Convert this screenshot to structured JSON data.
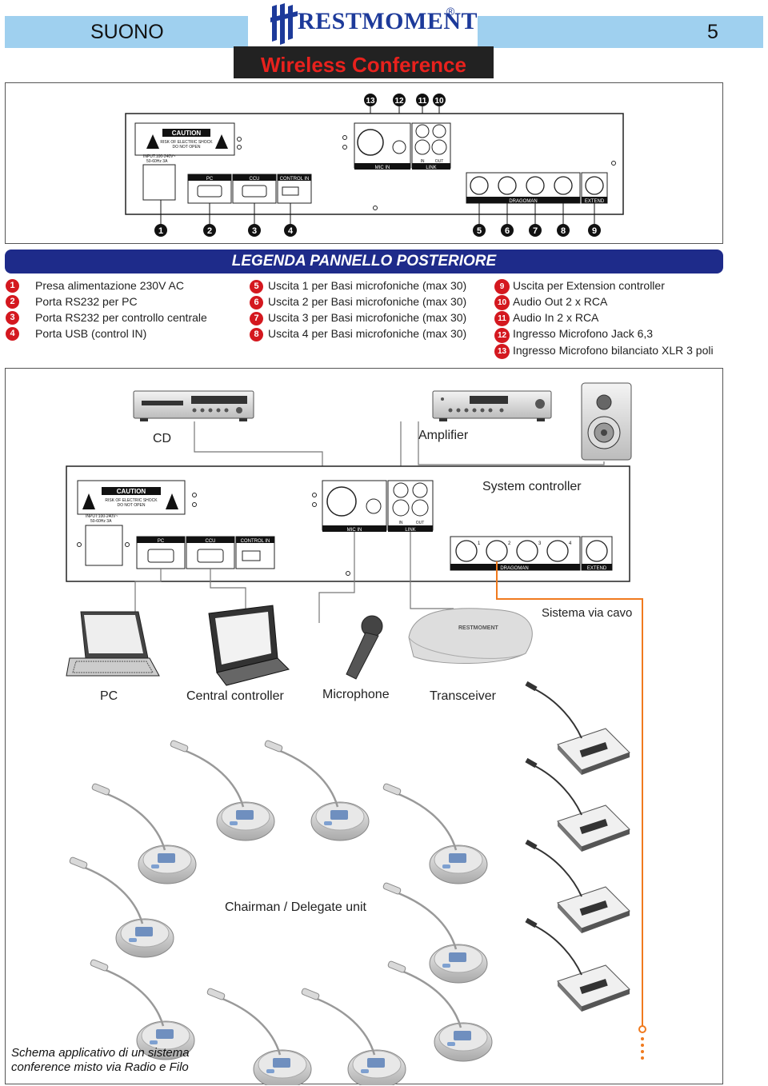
{
  "header": {
    "section": "SUONO",
    "page_number": "5",
    "brand": "RESTMOMENT",
    "brand_reg": "®",
    "subtitle": "Wireless Conference"
  },
  "back_panel": {
    "callouts_top": [
      "13",
      "12",
      "11",
      "10"
    ],
    "callouts_bottom": [
      "1",
      "2",
      "3",
      "4",
      "5",
      "6",
      "7",
      "8",
      "9"
    ],
    "caution": "CAUTION",
    "caution_sub1": "RISK OF ELECTRIC SHOCK",
    "caution_sub2": "DO NOT OPEN",
    "input1": "INPUT:100-240V~",
    "input2": "50-60Hz  3A",
    "port_pc": "PC",
    "port_ccu": "CCU",
    "port_control": "CONTROL IN",
    "mic_in": "MIC IN",
    "link_in": "IN",
    "link_out": "OUT",
    "link": "LINK",
    "dragoman": "DRAGOMAN",
    "extend": "EXTEND",
    "ch": [
      "1",
      "2",
      "3",
      "4"
    ]
  },
  "legend": {
    "title": "LEGENDA PANNELLO POSTERIORE",
    "col1": [
      {
        "num": "1",
        "text": "Presa alimentazione 230V AC"
      },
      {
        "num": "2",
        "text": "Porta RS232 per PC"
      },
      {
        "num": "3",
        "text": "Porta RS232 per controllo centrale"
      },
      {
        "num": "4",
        "text": "Porta USB (control IN)"
      }
    ],
    "col2": [
      {
        "num": "5",
        "text": "Uscita 1 per Basi microfoniche (max 30)"
      },
      {
        "num": "6",
        "text": "Uscita 2 per Basi microfoniche (max 30)"
      },
      {
        "num": "7",
        "text": "Uscita 3 per Basi microfoniche (max 30)"
      },
      {
        "num": "8",
        "text": "Uscita 4 per Basi microfoniche (max 30)"
      }
    ],
    "col3": [
      {
        "num": "9",
        "text": "Uscita per Extension controller"
      },
      {
        "num": "10",
        "text": "Audio Out 2 x RCA"
      },
      {
        "num": "11",
        "text": "Audio In 2 x RCA"
      },
      {
        "num": "12",
        "text": "Ingresso Microfono Jack 6,3"
      },
      {
        "num": "13",
        "text": "Ingresso Microfono bilanciato XLR 3 poli"
      }
    ]
  },
  "diagram": {
    "cd": "CD",
    "amplifier": "Amplifier",
    "system_controller": "System controller",
    "sistema_via_cavo": "Sistema via cavo",
    "pc": "PC",
    "central_controller": "Central controller",
    "microphone": "Microphone",
    "transceiver": "Transceiver",
    "chairman_delegate": "Chairman / Delegate unit",
    "transceiver_brand": "RESTMOMENT",
    "cable_color": "#f07a1e"
  },
  "caption": {
    "line1": "Schema applicativo di un sistema",
    "line2": "conference misto via Radio e Filo"
  }
}
